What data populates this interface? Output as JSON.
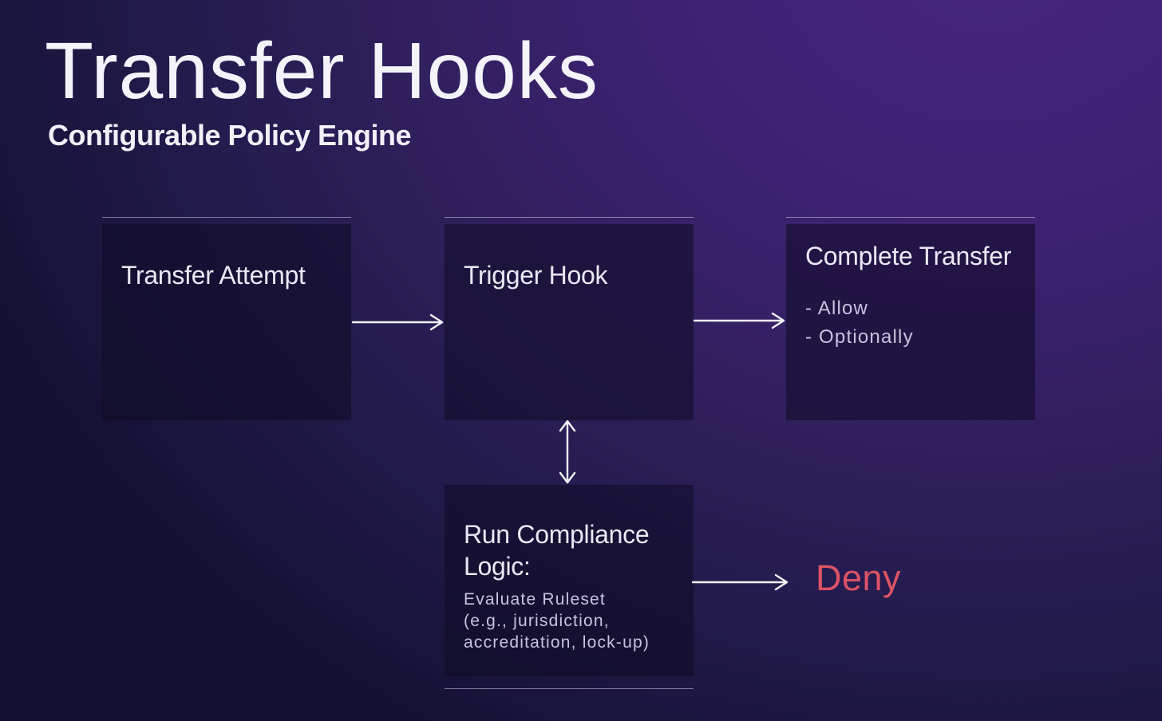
{
  "slide": {
    "title": "Transfer Hooks",
    "subtitle": "Configurable Policy Engine"
  },
  "diagram": {
    "transfer_attempt": {
      "title": "Transfer Attempt"
    },
    "trigger_hook": {
      "title": "Trigger Hook"
    },
    "complete_transfer": {
      "title": "Complete Transfer",
      "bullets": [
        "- Allow",
        "- Optionally"
      ]
    },
    "run_compliance": {
      "title": "Run Compliance Logic:",
      "body_lines": [
        "Evaluate Ruleset",
        "(e.g., jurisdiction,",
        "accreditation, lock-up)"
      ]
    },
    "deny_label": "Deny",
    "colors": {
      "deny_text": "#dc5365",
      "arrow": "#f3f2f9",
      "box_fill": "rgba(14,11,36,0.55)",
      "accent_line": "rgba(196,191,224,0.6)",
      "background_highlight": "#47267f",
      "background_dark": "#131031",
      "title_text": "#f4f3fa",
      "muted_text": "#c9c3e0"
    }
  }
}
